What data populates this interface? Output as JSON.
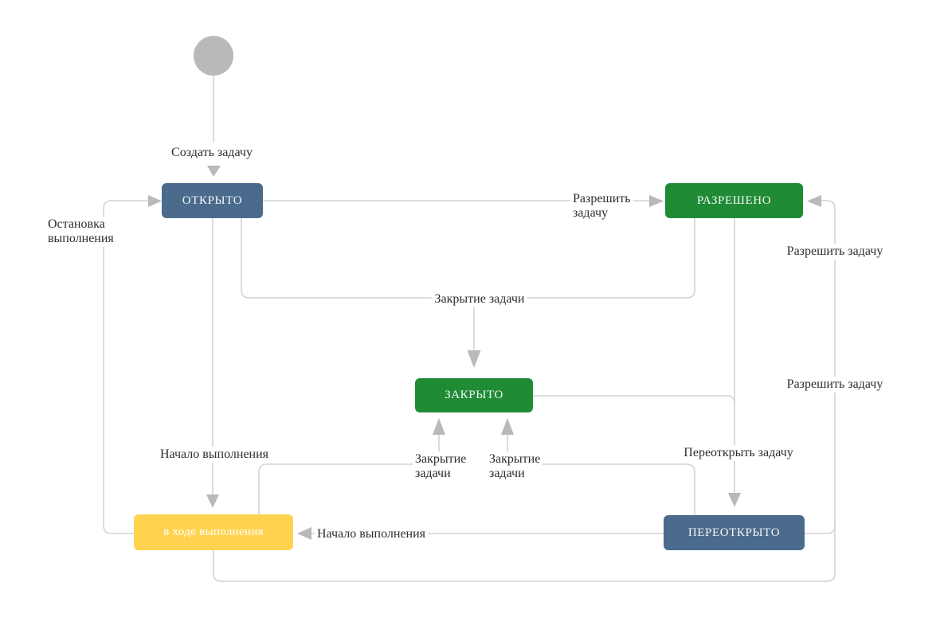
{
  "colors": {
    "line": "#d3d3d3",
    "arrow": "#b9b9b9",
    "start": "#b9b9b9",
    "node_slate": "#4a6b8c",
    "node_green": "#1f8b35",
    "node_yellow": "#ffd24f",
    "node_text": "#f3f6f8",
    "label_text": "#2d2d2d",
    "background": "#ffffff"
  },
  "nodes": {
    "open": "ОТКРЫТО",
    "resolved": "РАЗРЕШЕНО",
    "closed": "ЗАКРЫТО",
    "in_progress": "в ходе выполнения",
    "reopened": "ПЕРЕОТКРЫТО"
  },
  "labels": {
    "create_task": "Создать задачу",
    "resolve_task_left": "Разрешить\nзадачу",
    "resolve_task_right_top": "Разрешить задачу",
    "resolve_task_right_bottom": "Разрешить задачу",
    "close_task_top": "Закрытие задачи",
    "close_task_left": "Закрытие\nзадачи",
    "close_task_right": "Закрытие\nзадачи",
    "start_progress_top": "Начало выполнения",
    "start_progress_mid": "Начало выполнения",
    "stop_progress": "Остановка\nвыполнения",
    "reopen_task": "Переоткрыть задачу"
  }
}
